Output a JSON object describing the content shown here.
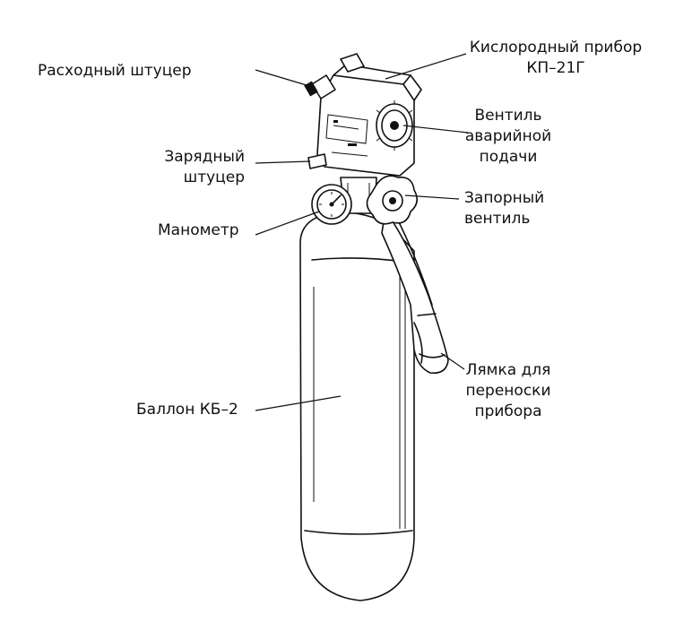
{
  "labels": {
    "outlet_fitting": "Расходный штуцер",
    "oxygen_device": [
      "Кислородный прибор",
      "КП–21Г"
    ],
    "emergency_valve": [
      "Вентиль",
      "аварийной",
      "подачи"
    ],
    "charging_fitting": [
      "Зарядный",
      "штуцер"
    ],
    "shutoff_valve": [
      "Запорный",
      "вентиль"
    ],
    "manometer": "Манометр",
    "carry_strap": [
      "Лямка для",
      "переноски",
      "прибора"
    ],
    "cylinder": "Баллон КБ–2"
  }
}
